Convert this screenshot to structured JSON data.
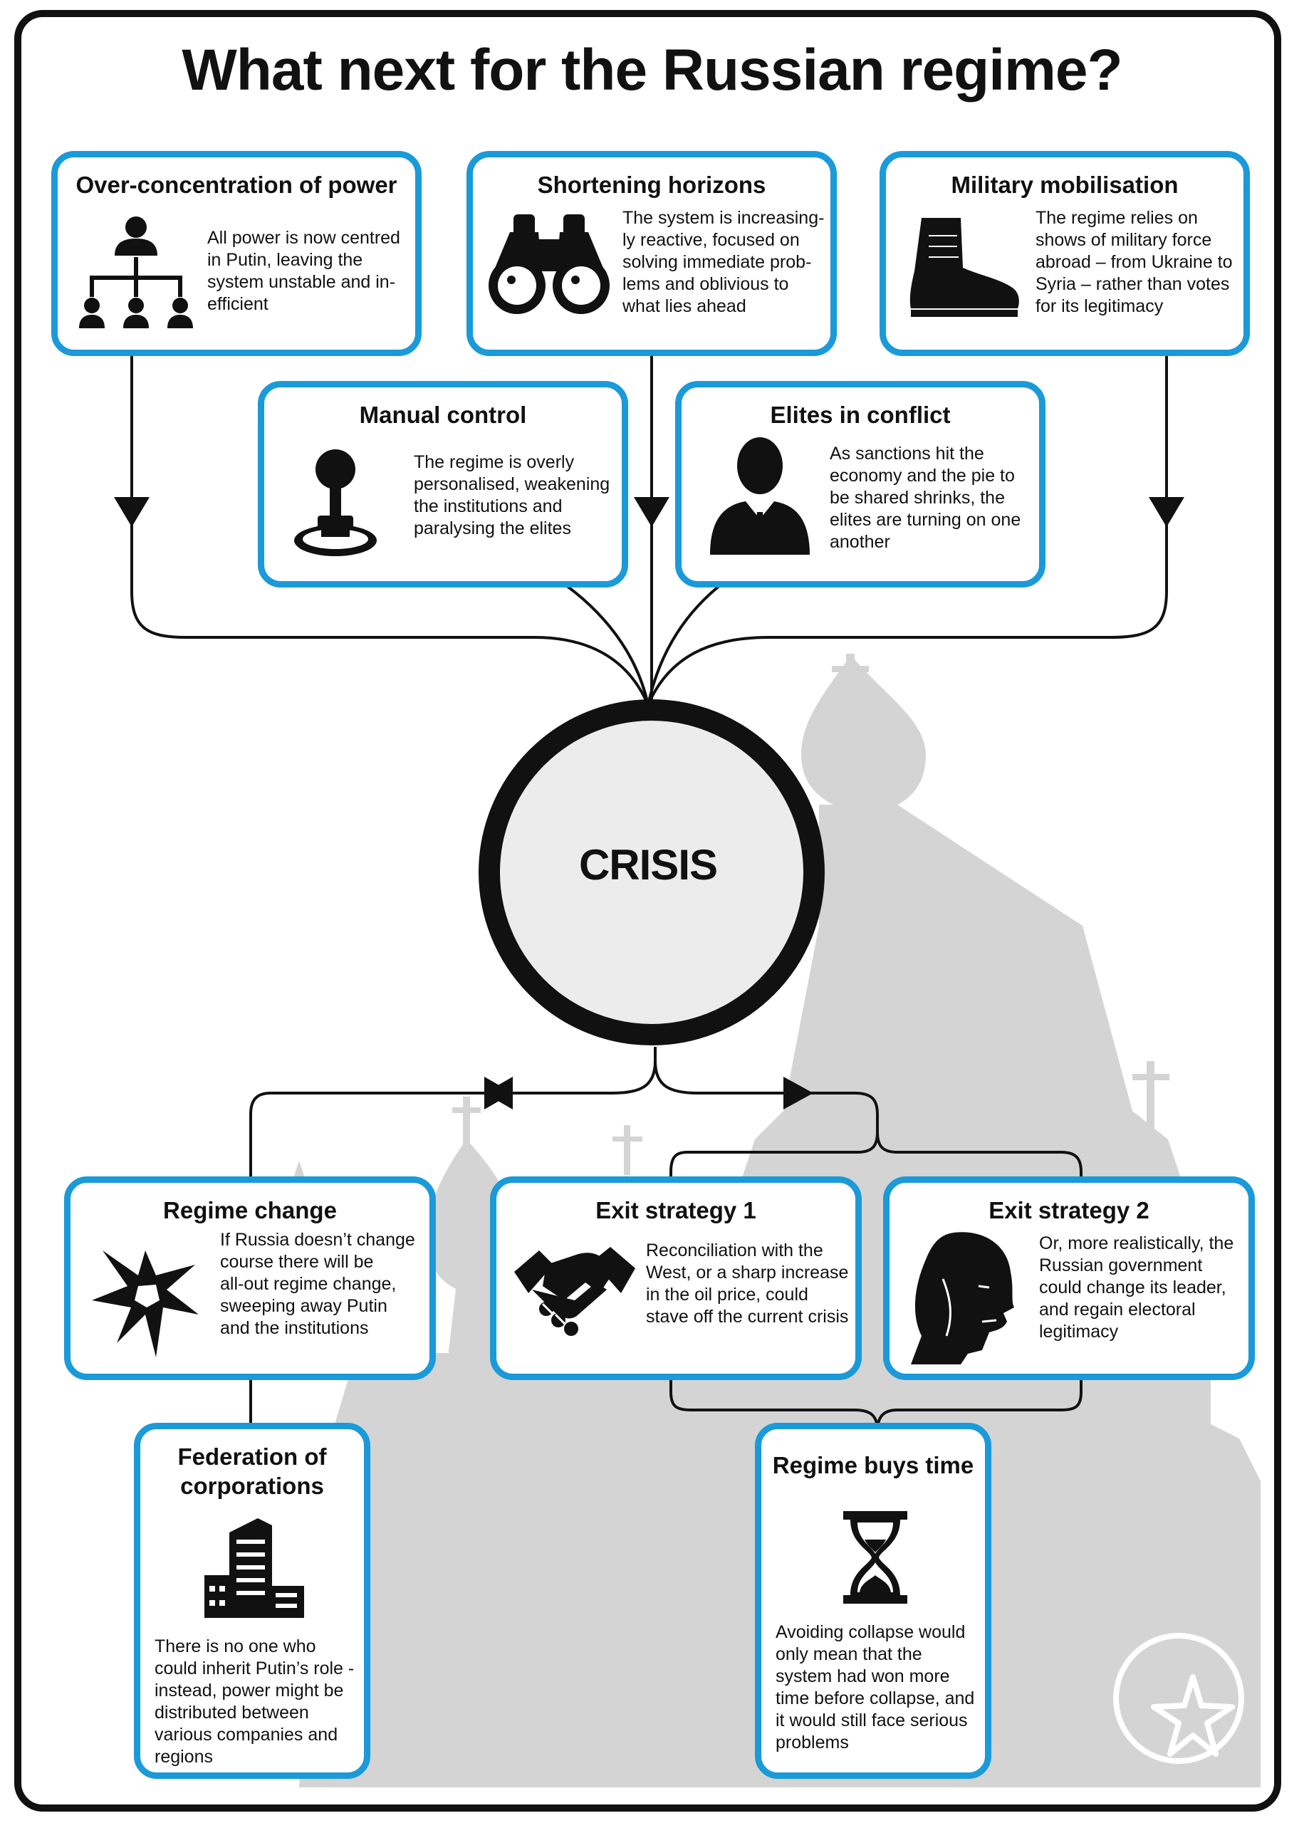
{
  "title": "What next for the Russian regime?",
  "causes": [
    {
      "title": "Over-concentration of power",
      "text": "All power is now centred\nin Putin, leaving the\nsystem unstable and in-\nefficient",
      "icon": "org-chart-icon"
    },
    {
      "title": "Shortening horizons",
      "text": "The system is increasing-\nly reactive, focused on\nsolving immediate prob-\nlems and oblivious to\nwhat lies ahead",
      "icon": "binoculars-icon"
    },
    {
      "title": "Military mobilisation",
      "text": "The regime relies on\nshows of military force\nabroad – from Ukraine to\nSyria – rather than votes\nfor its legitimacy",
      "icon": "boot-icon"
    },
    {
      "title": "Manual control",
      "text": "The regime is overly\npersonalised, weakening\nthe institutions and\nparalysing the elites",
      "icon": "joystick-icon"
    },
    {
      "title": "Elites in conflict",
      "text": "As sanctions hit the\neconomy and the pie to\nbe shared shrinks, the\nelites are turning on one\nanother",
      "icon": "businessman-icon"
    }
  ],
  "center": {
    "label": "CRISIS"
  },
  "outcomes": [
    {
      "title": "Regime change",
      "text": "If Russia doesn’t change\ncourse there will be\nall-out regime change,\nsweeping away Putin\nand the institutions",
      "icon": "shatter-icon"
    },
    {
      "title": "Exit strategy 1",
      "text": "Reconciliation with the\nWest, or a sharp increase\nin the oil price, could\nstave off the current crisis",
      "icon": "handshake-icon"
    },
    {
      "title": "Exit strategy 2",
      "text": "Or, more realistically, the\nRussian government\ncould change its leader,\nand regain electoral\nlegitimacy",
      "icon": "leader-profile-icon"
    },
    {
      "title": "Federation of\ncorporations",
      "text": "There is no one who\ncould inherit Putin’s role -\ninstead, power might be\ndistributed between\nvarious companies and\nregions",
      "icon": "building-icon"
    },
    {
      "title": "Regime buys time",
      "text": "Avoiding collapse would\nonly mean that the\nsystem had won more\ntime before collapse, and\nit would still face serious\nproblems",
      "icon": "hourglass-icon"
    }
  ],
  "colors": {
    "box_border": "#1a9ad9",
    "ink": "#111111",
    "silhouette": "#d4d4d4",
    "crisis_fill": "#ececec"
  },
  "decorations": [
    "cathedral-silhouette",
    "star-logo-icon"
  ]
}
